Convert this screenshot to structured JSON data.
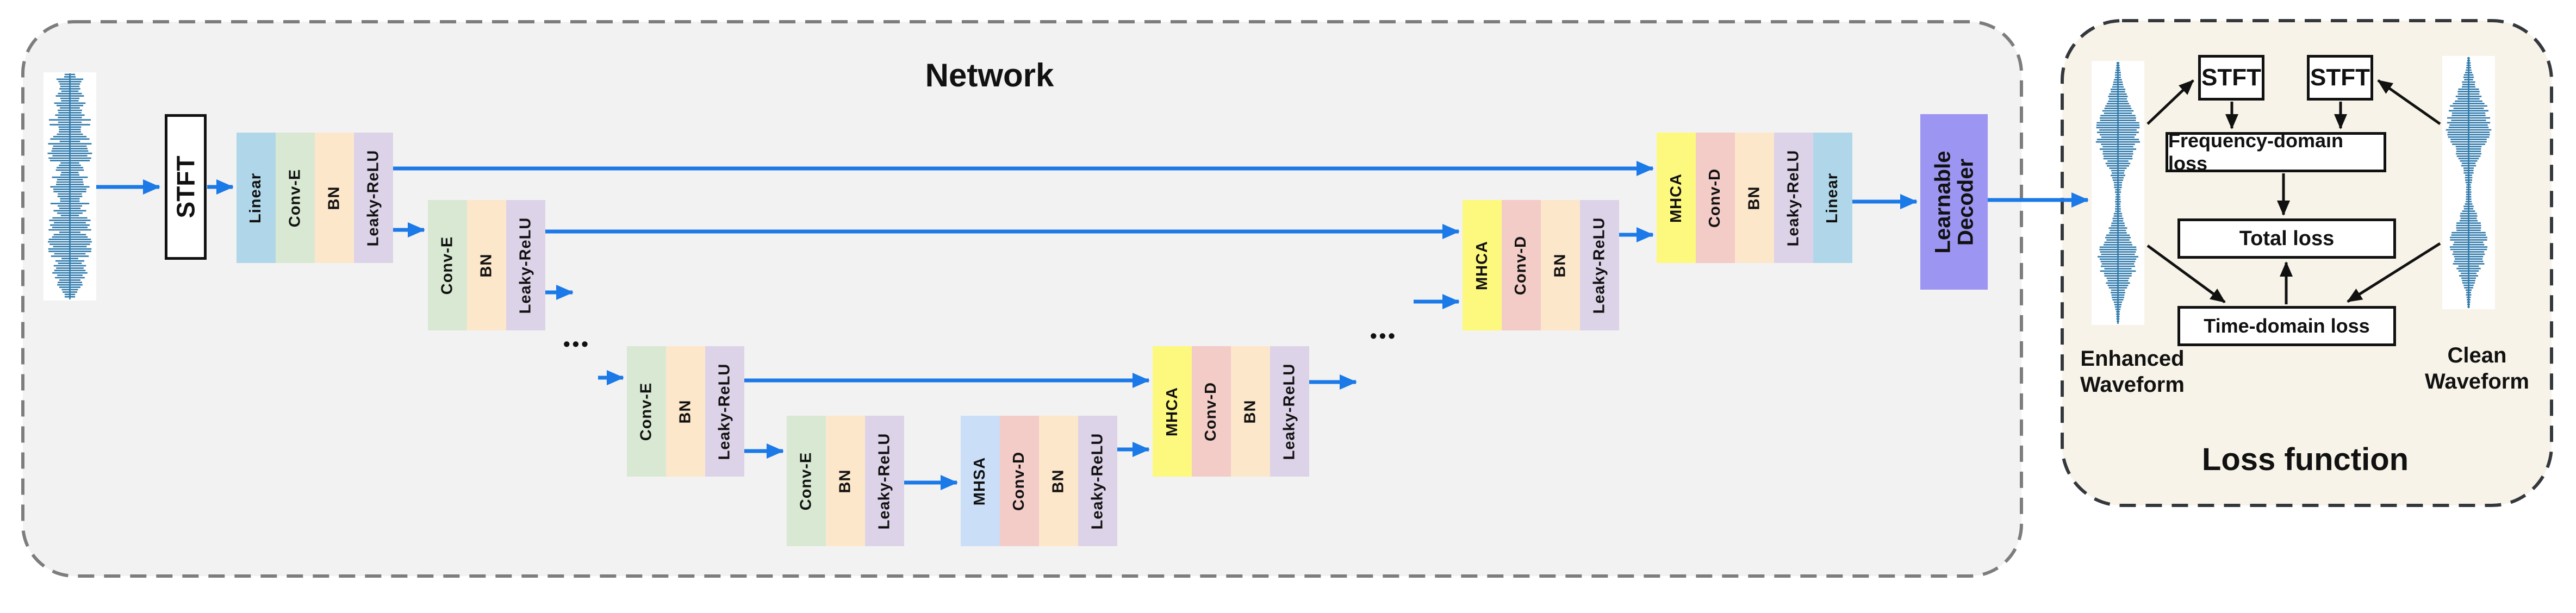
{
  "network": {
    "title": "Network",
    "stft_label": "STFT",
    "ellipsis": "•••",
    "decoder_box_label": "Learnable Decoder",
    "stacks": [
      {
        "id": "encoder-stack-1",
        "layers": [
          {
            "type": "linear",
            "label": "Linear"
          },
          {
            "type": "conv_e",
            "label": "Conv-E"
          },
          {
            "type": "bn",
            "label": "BN"
          },
          {
            "type": "leaky_relu",
            "label": "Leaky-ReLU"
          }
        ]
      },
      {
        "id": "encoder-stack-2",
        "layers": [
          {
            "type": "conv_e",
            "label": "Conv-E"
          },
          {
            "type": "bn",
            "label": "BN"
          },
          {
            "type": "leaky_relu",
            "label": "Leaky-ReLU"
          }
        ]
      },
      {
        "id": "encoder-stack-3",
        "layers": [
          {
            "type": "conv_e",
            "label": "Conv-E"
          },
          {
            "type": "bn",
            "label": "BN"
          },
          {
            "type": "leaky_relu",
            "label": "Leaky-ReLU"
          }
        ]
      },
      {
        "id": "encoder-stack-4",
        "layers": [
          {
            "type": "conv_e",
            "label": "Conv-E"
          },
          {
            "type": "bn",
            "label": "BN"
          },
          {
            "type": "leaky_relu",
            "label": "Leaky-ReLU"
          }
        ]
      },
      {
        "id": "bottleneck-stack",
        "layers": [
          {
            "type": "mhsa",
            "label": "MHSA"
          },
          {
            "type": "conv_d",
            "label": "Conv-D"
          },
          {
            "type": "bn",
            "label": "BN"
          },
          {
            "type": "leaky_relu",
            "label": "Leaky-ReLU"
          }
        ]
      },
      {
        "id": "decoder-stack-1",
        "layers": [
          {
            "type": "mhca",
            "label": "MHCA"
          },
          {
            "type": "conv_d",
            "label": "Conv-D"
          },
          {
            "type": "bn",
            "label": "BN"
          },
          {
            "type": "leaky_relu",
            "label": "Leaky-ReLU"
          }
        ]
      },
      {
        "id": "decoder-stack-2",
        "layers": [
          {
            "type": "mhca",
            "label": "MHCA"
          },
          {
            "type": "conv_d",
            "label": "Conv-D"
          },
          {
            "type": "bn",
            "label": "BN"
          },
          {
            "type": "leaky_relu",
            "label": "Leaky-ReLU"
          }
        ]
      },
      {
        "id": "decoder-stack-3",
        "layers": [
          {
            "type": "mhca",
            "label": "MHCA"
          },
          {
            "type": "conv_d",
            "label": "Conv-D"
          },
          {
            "type": "bn",
            "label": "BN"
          },
          {
            "type": "leaky_relu",
            "label": "Leaky-ReLU"
          },
          {
            "type": "linear",
            "label": "Linear"
          }
        ]
      }
    ]
  },
  "loss": {
    "title": "Loss function",
    "stft_left": "STFT",
    "stft_right": "STFT",
    "boxes": {
      "frequency": "Frequency-domain loss",
      "total": "Total loss",
      "time": "Time-domain loss"
    },
    "captions": {
      "enhanced": [
        "Enhanced",
        "Waveform"
      ],
      "clean": [
        "Clean",
        "Waveform"
      ]
    }
  },
  "colors": {
    "arrow_blue": "#1b79e8",
    "arrow_black": "#111111",
    "waveform_blue": "#2e79ab",
    "network_panel_bg": "#f2f2f2",
    "network_panel_border": "#7d7d7d",
    "loss_panel_bg": "#f7f3e8",
    "loss_panel_border": "#34383d",
    "decoder_box": "#9c95f2",
    "layers": {
      "linear": "#b0d7e9",
      "conv_e": "#d8e8d2",
      "bn": "#fde7cb",
      "leaky_relu": "#ddd3e8",
      "mhsa": "#cadef8",
      "conv_d": "#f3cbc7",
      "mhca": "#fdf97e"
    }
  }
}
